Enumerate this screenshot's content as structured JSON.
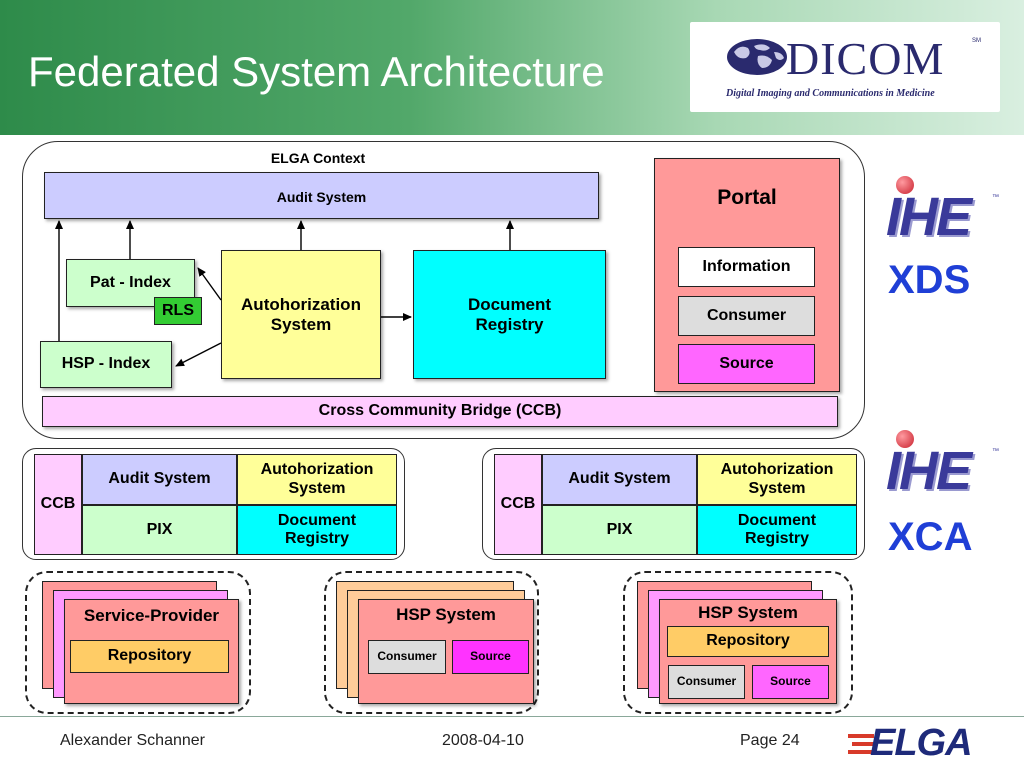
{
  "header": {
    "title": "Federated System Architecture",
    "logo_text": "DICOM",
    "logo_mark": "SM",
    "logo_subtitle": "Digital Imaging and Communications in Medicine"
  },
  "elga_context": {
    "title": "ELGA Context",
    "audit_system": "Audit System",
    "pat_index": "Pat - Index",
    "rls": "RLS",
    "hsp_index": "HSP - Index",
    "autohorization_system": "Autohorization\nSystem",
    "document_registry": "Document\nRegistry",
    "ccb": "Cross Community Bridge (CCB)"
  },
  "portal": {
    "title": "Portal",
    "information": "Information",
    "consumer": "Consumer",
    "source": "Source"
  },
  "communities": [
    {
      "ccb": "CCB",
      "audit_system": "Audit System",
      "autohorization_system": "Autohorization\nSystem",
      "pix": "PIX",
      "document_registry": "Document\nRegistry"
    },
    {
      "ccb": "CCB",
      "audit_system": "Audit System",
      "autohorization_system": "Autohorization\nSystem",
      "pix": "PIX",
      "document_registry": "Document\nRegistry"
    }
  ],
  "bottom_groups": {
    "service_provider": {
      "title": "Service-Provider",
      "repository": "Repository"
    },
    "hsp_system_1": {
      "title": "HSP System",
      "consumer": "Consumer",
      "source": "Source"
    },
    "hsp_system_2": {
      "title": "HSP System",
      "repository": "Repository",
      "consumer": "Consumer",
      "source": "Source"
    }
  },
  "profiles": {
    "ihe_logo_text": "IHE",
    "ihe_tm": "™",
    "xds": "XDS",
    "xca": "XCA"
  },
  "footer": {
    "author": "Alexander Schanner",
    "date": "2008-04-10",
    "page": "Page 24",
    "logo_text": "ELGA"
  },
  "colors": {
    "header_green": "#2e8b4a",
    "audit_lavender": "#ccccff",
    "pat_green": "#ccffcc",
    "rls_green": "#33cc33",
    "autoh_yellow": "#ffff99",
    "registry_cyan": "#00ffff",
    "portal_salmon": "#ff9999",
    "consumer_grey": "#dddddd",
    "source_magenta": "#ff66ff",
    "ccb_pink": "#ffccff",
    "repository_orange": "#ffcc66",
    "profile_blue": "#1f3fd6"
  }
}
